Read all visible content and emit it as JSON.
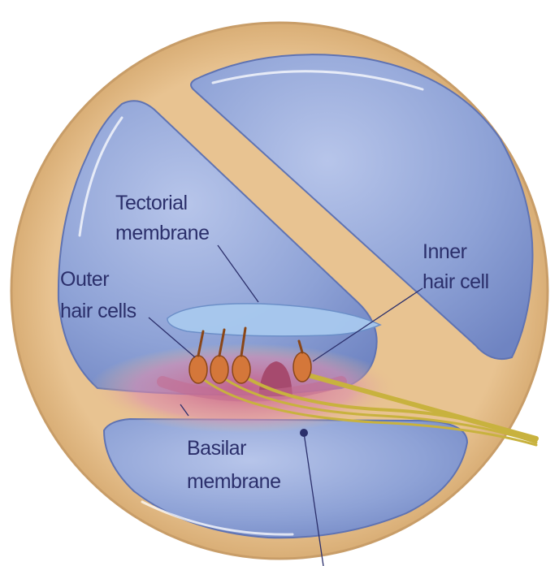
{
  "labels": {
    "tectorial_1": "Tectorial",
    "tectorial_2": "membrane",
    "inner_1": "Inner",
    "inner_2": "hair cell",
    "outer_1": "Outer",
    "outer_2": "hair cells",
    "basilar_1": "Basilar",
    "basilar_2": "membrane"
  },
  "colors": {
    "background": "#ffffff",
    "bone": "#e6bf8a",
    "fluid_chamber": "#8fa3d6",
    "tectorial": "#a6c7ee",
    "hair_cell": "#d57a3c",
    "organ_pink": "#d67fa0",
    "nerve": "#c9b440",
    "text": "#2b2f6b"
  }
}
